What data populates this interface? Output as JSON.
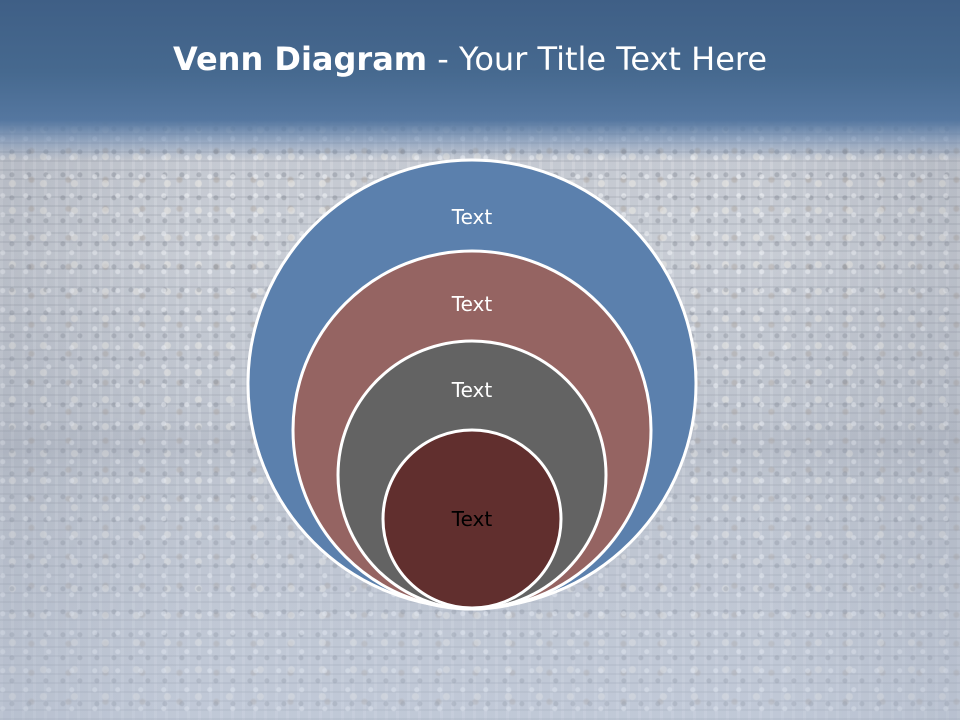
{
  "slide": {
    "title_bold": "Venn Diagram",
    "title_rest": " - Your Title Text Here"
  },
  "diagram": {
    "circles": [
      {
        "label": "Text",
        "fill": "#5b80ad",
        "text_color": "#ffffff"
      },
      {
        "label": "Text",
        "fill": "#956462",
        "text_color": "#ffffff"
      },
      {
        "label": "Text",
        "fill": "#636363",
        "text_color": "#ffffff"
      },
      {
        "label": "Text",
        "fill": "#612f2e",
        "text_color": "#000000"
      }
    ]
  },
  "colors": {
    "title_band": "#46698f",
    "outline": "#ffffff"
  }
}
